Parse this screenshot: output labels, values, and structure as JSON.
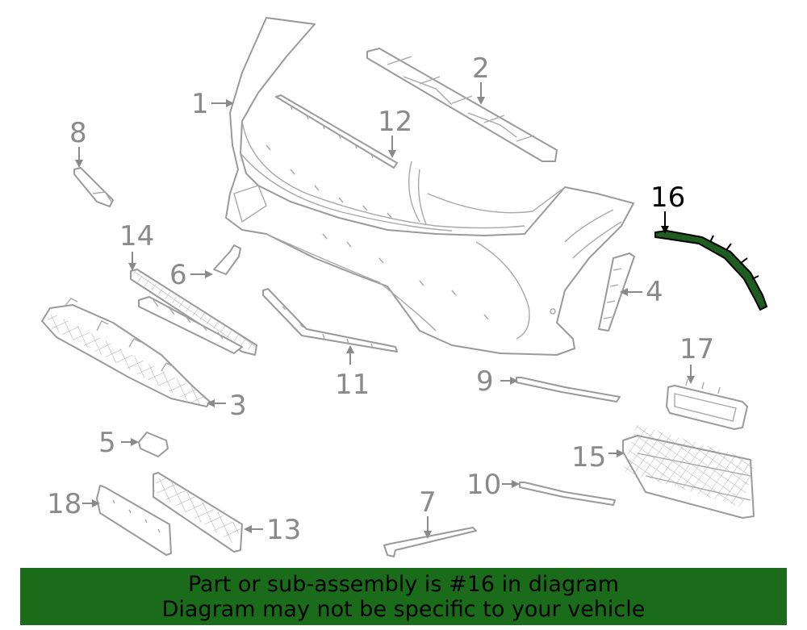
{
  "diagram": {
    "highlighted_part": "16",
    "highlight_color": "#1f5c1f",
    "part_color": "#9a9a9a",
    "callouts": [
      {
        "id": "c1",
        "label": "1",
        "highlighted": false
      },
      {
        "id": "c2",
        "label": "2",
        "highlighted": false
      },
      {
        "id": "c3",
        "label": "3",
        "highlighted": false
      },
      {
        "id": "c4",
        "label": "4",
        "highlighted": false
      },
      {
        "id": "c5",
        "label": "5",
        "highlighted": false
      },
      {
        "id": "c6",
        "label": "6",
        "highlighted": false
      },
      {
        "id": "c7",
        "label": "7",
        "highlighted": false
      },
      {
        "id": "c8",
        "label": "8",
        "highlighted": false
      },
      {
        "id": "c9",
        "label": "9",
        "highlighted": false
      },
      {
        "id": "c10",
        "label": "10",
        "highlighted": false
      },
      {
        "id": "c11",
        "label": "11",
        "highlighted": false
      },
      {
        "id": "c12",
        "label": "12",
        "highlighted": false
      },
      {
        "id": "c13",
        "label": "13",
        "highlighted": false
      },
      {
        "id": "c14",
        "label": "14",
        "highlighted": false
      },
      {
        "id": "c15",
        "label": "15",
        "highlighted": false
      },
      {
        "id": "c16",
        "label": "16",
        "highlighted": true
      },
      {
        "id": "c17",
        "label": "17",
        "highlighted": false
      },
      {
        "id": "c18",
        "label": "18",
        "highlighted": false
      }
    ]
  },
  "banner": {
    "background": "#1a6b1a",
    "line1": "Part or sub-assembly is #16 in diagram",
    "line2": "Diagram may not be specific to your vehicle"
  }
}
